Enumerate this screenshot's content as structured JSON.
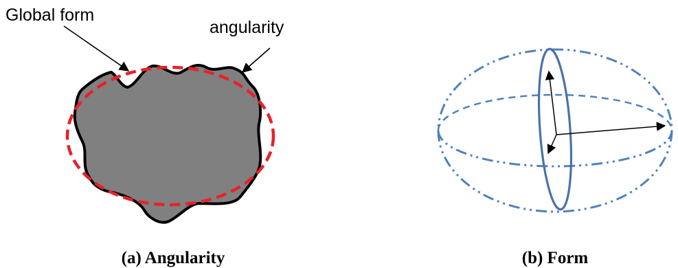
{
  "panel_a": {
    "caption": "(a) Angularity",
    "labels": {
      "global_form": "Global form",
      "angularity": "angularity"
    },
    "colors": {
      "particle_fill": "#808080",
      "particle_outline": "#000000",
      "global_form_ellipse": "#e8212a"
    }
  },
  "panel_b": {
    "caption": "(b) Form",
    "colors": {
      "ellipsoid_dashed": "#4f81bd",
      "cross_section": "#4a72a8",
      "axis_arrows": "#000000"
    }
  }
}
